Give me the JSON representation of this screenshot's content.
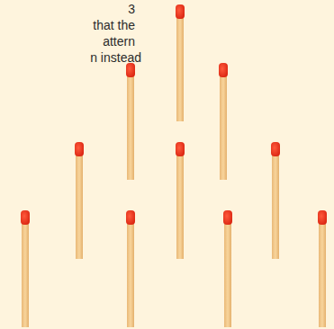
{
  "diagram": {
    "labels": [
      "3",
      "that the",
      "attern",
      "n instead"
    ]
  }
}
